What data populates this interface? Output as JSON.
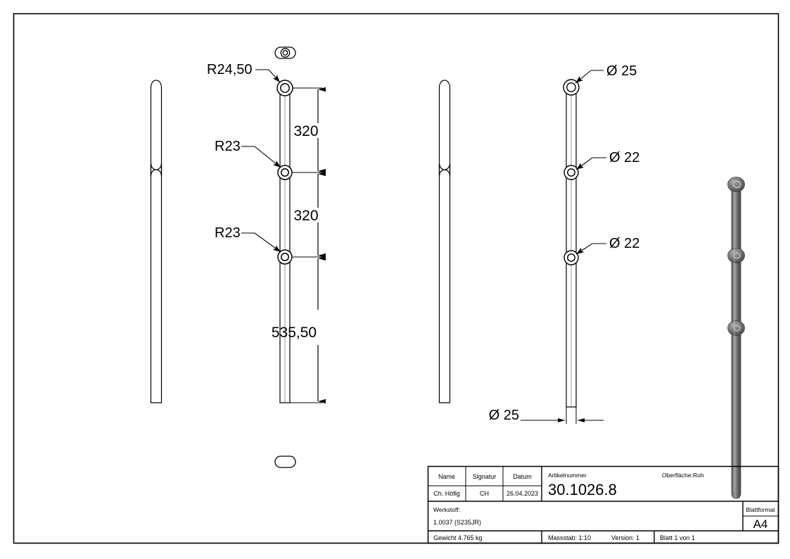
{
  "document": {
    "type": "technical-drawing",
    "sheet_format": "A4",
    "background_color": "#ffffff",
    "line_color": "#000000"
  },
  "views": {
    "view_left": {
      "name": "side-view-left",
      "label": ""
    },
    "view_front": {
      "name": "front-view-dimensioned",
      "label": ""
    },
    "view_middle": {
      "name": "side-view-middle",
      "label": ""
    },
    "view_right": {
      "name": "front-view-diameters",
      "label": ""
    },
    "view_iso": {
      "name": "isometric-view",
      "label": ""
    },
    "view_top": {
      "name": "top-view",
      "label": ""
    },
    "view_bottom": {
      "name": "bottom-view",
      "label": ""
    }
  },
  "annotations": {
    "radius_top": "R24,50",
    "radius_mid": "R23",
    "radius_low": "R23",
    "dim_top_spacing": "320",
    "dim_mid_spacing": "320",
    "dim_bottom_length": "535,50",
    "dia_top": "Ø 25",
    "dia_mid": "Ø 22",
    "dia_low": "Ø 22",
    "dia_width": "Ø 25"
  },
  "title_block": {
    "col_name_header": "Name",
    "col_signatur_header": "Signatur",
    "col_datum_header": "Datum",
    "name_value": "Ch. Höfig",
    "signatur_value": "CH",
    "datum_value": "26.04.2023",
    "artikelnummer_label": "Artikelnummer",
    "artikelnummer_value": "30.1026.8",
    "oberflaeche_label": "Oberfläche:",
    "oberflaeche_value": "Roh",
    "werkstoff_label": "Werkstoff:",
    "werkstoff_value": "1.0037 (S235JR)",
    "blattformat_label": "Blattformat",
    "blattformat_value": "A4",
    "gewicht_value": "Gewicht 4.765 kg",
    "massstab_value": "Massstab: 1:10",
    "version_value": "Version: 1",
    "blatt_value": "Blatt 1 von 1"
  }
}
